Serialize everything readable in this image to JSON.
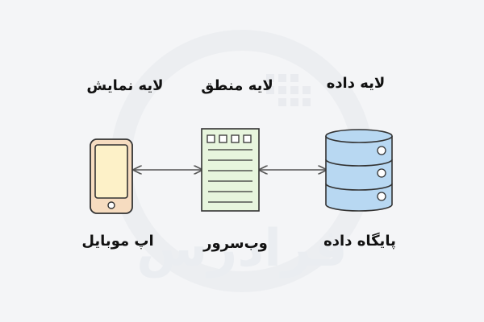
{
  "layers": {
    "presentation": "لایه نمایش",
    "logic": "لایه منطق",
    "data": "لایه داده"
  },
  "components": {
    "mobile_app": "اپ موبایل",
    "web_server": "وب‌سرور",
    "database": "پایگاه داده"
  },
  "watermark": "فرادرس",
  "colors": {
    "background": "#f4f5f7",
    "phone_body": "#f6dcc0",
    "phone_screen": "#fdf1c8",
    "server_doc": "#e7f5dd",
    "database": "#b8d8f2",
    "outline": "#333333"
  }
}
